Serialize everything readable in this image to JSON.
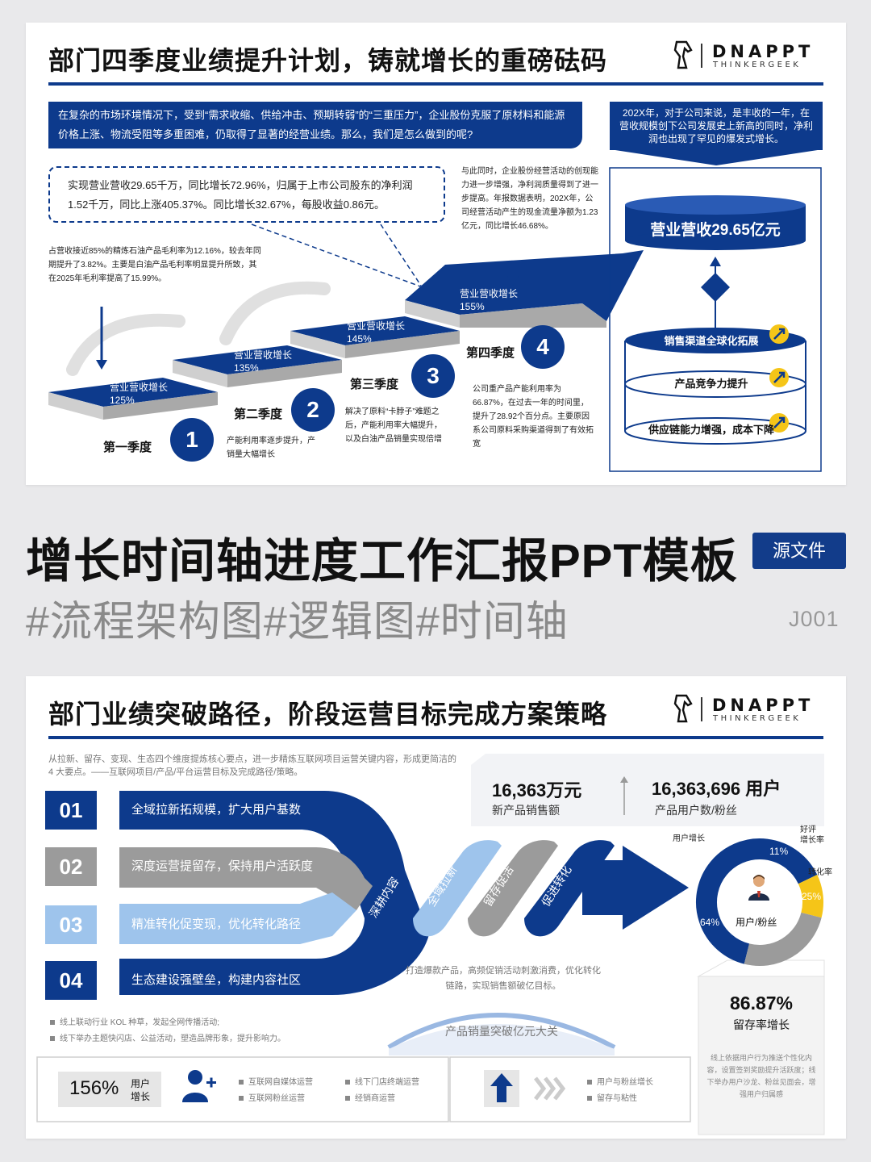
{
  "slide1": {
    "title": "部门四季度业绩提升计划，铸就增长的重磅砝码",
    "logo": {
      "main": "DNAPPT",
      "sub": "THINKERGEEK",
      "icon": "horse-head-icon"
    },
    "intro": "在复杂的市场环境情况下，受到“需求收缩、供给冲击、预期转弱”的“三重压力”，企业股份克服了原材料和能源价格上涨、物流受阻等多重困难，仍取得了显著的经营业绩。那么，我们是怎么做到的呢?",
    "summary_box": "202X年，对于公司来说，是丰收的一年，在营收规模创下公司发展史上新高的同时，净利润也出现了罕见的爆发式增长。",
    "dashed_box": "实现营业营收29.65千万，同比增长72.96%，归属于上市公司股东的净利润1.52千万，同比上涨405.37%。同比增长32.67%，每股收益0.86元。",
    "note_left": "占营收接近85%的精炼石油产品毛利率为12.16%，较去年同期提升了3.82%。主要是白油产品毛利率明显提升所致，其在2025年毛利率提高了15.99%。",
    "note_mid": "与此同时，企业股份经营活动的创现能力进一步增强，净利润质量得到了进一步提高。年报数据表明，202X年，公司经营活动产生的现金流量净额为1.23亿元，同比增长46.68%。",
    "note_q2": "产能利用率逐步提升，产销量大幅增长",
    "note_q3": "解决了原料“卡脖子”难题之后，产能利用率大幅提升，以及白油产品销量实现倍增",
    "note_q4": "公司重产品产能利用率为66.87%，在过去一年的时间里，提升了28.92个百分点。主要原因系公司原料采购渠道得到了有效拓宽",
    "steps": [
      {
        "label": "营业营收增长",
        "value": "125%",
        "quarter": "第一季度",
        "num": "1"
      },
      {
        "label": "营业营收增长",
        "value": "135%",
        "quarter": "第二季度",
        "num": "2"
      },
      {
        "label": "营业营收增长",
        "value": "145%",
        "quarter": "第三季度",
        "num": "3"
      },
      {
        "label": "营业营收增长",
        "value": "155%",
        "quarter": "第四季度",
        "num": "4"
      }
    ],
    "revenue": "营业营收29.65亿元",
    "layers": [
      "销售渠道全球化拓展",
      "产品竞争力提升",
      "供应链能力增强，成本下降"
    ]
  },
  "middle": {
    "title": "增长时间轴进度工作汇报PPT模板",
    "tags": "#流程架构图#逻辑图#时间轴",
    "button": "源文件",
    "code": "J001"
  },
  "slide2": {
    "title": "部门业绩突破路径，阶段运营目标完成方案策略",
    "intro": "从拉新、留存、变现、生态四个维度提炼核心要点，进一步精炼互联网项目运营关键内容，形成更简洁的 4 大要点。——互联网项目/产品/平台运营目标及完成路径/策略。",
    "rows": [
      {
        "num": "01",
        "text": "全域拉新拓规模，扩大用户基数",
        "color": "#0d3a8c"
      },
      {
        "num": "02",
        "text": "深度运营提留存，保持用户活跃度",
        "color": "#9b9b9b"
      },
      {
        "num": "03",
        "text": "精准转化促变现，优化转化路径",
        "color": "#9ec4ec"
      },
      {
        "num": "04",
        "text": "生态建设强壁垒，构建内容社区",
        "color": "#0d3a8c"
      }
    ],
    "flow_labels": [
      "深耕内容",
      "全域拉新",
      "留存促活",
      "促进转化"
    ],
    "stat1": {
      "value": "16,363万元",
      "label": "新产品销售额"
    },
    "stat2": {
      "value": "16,363,696 用户",
      "label": "产品用户数/粉丝"
    },
    "donut": {
      "center": "用户/粉丝",
      "legend_top": "用户增长",
      "legend_good": "好评\n增长率",
      "legend_conv": "转化率",
      "segments": [
        {
          "name": "用户增长",
          "value": 64,
          "label": "64%",
          "color": "#0d3a8c"
        },
        {
          "name": "好评增长率",
          "value": 11,
          "label": "11%",
          "color": "#f5c518"
        },
        {
          "name": "转化率",
          "value": 25,
          "label": "25%",
          "color": "#9b9b9b"
        }
      ]
    },
    "mid_note": "打造爆款产品，高频促销活动刺激消费，优化转化链路，实现销售额破亿目标。",
    "arc_text": "产品销量突破亿元大关",
    "retention": {
      "value": "86.87%",
      "label": "留存率增长",
      "note": "线上依据用户行为推送个性化内容，设置签到奖励提升活跃度；线下举办用户沙龙、粉丝见面会，增强用户归属感"
    },
    "bullets_left": [
      "线上联动行业 KOL 种草，发起全网传播活动;",
      "线下举办主题快闪店、公益活动，塑造品牌形象，提升影响力。"
    ],
    "bottom_left": {
      "value": "156%",
      "label1": "用户",
      "label2": "增长",
      "items": [
        "互联网自媒体运营",
        "互联网粉丝运营",
        "线下门店终端运营",
        "经销商运营"
      ]
    },
    "bottom_right": {
      "items": [
        "用户与粉丝增长",
        "留存与粘性"
      ]
    }
  }
}
